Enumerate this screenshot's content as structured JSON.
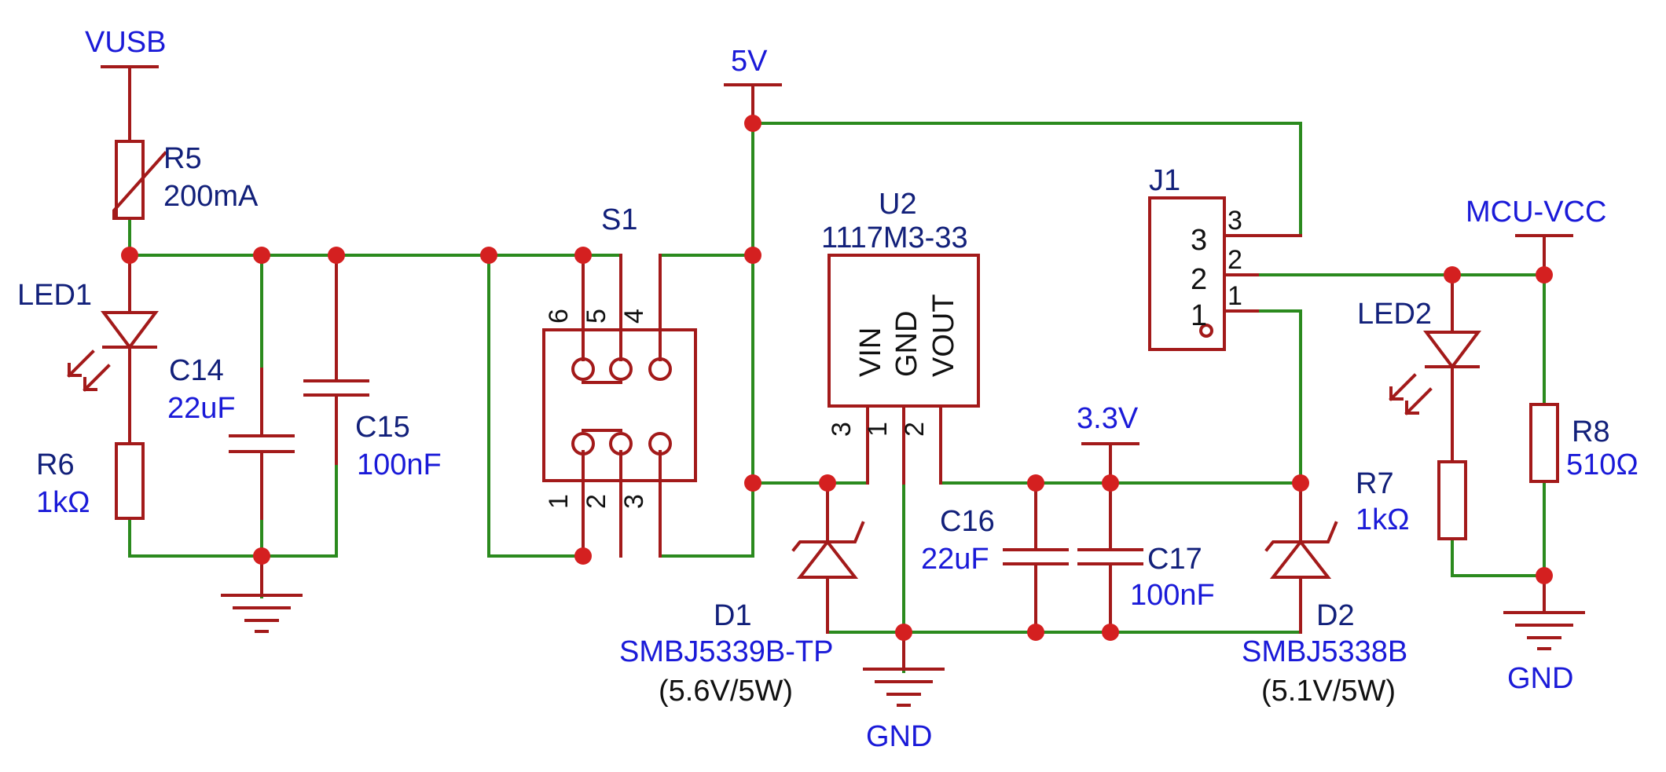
{
  "nets": {
    "vusb": "VUSB",
    "v5": "5V",
    "v33": "3.3V",
    "mcu_vcc": "MCU-VCC",
    "gnd_mid": "GND",
    "gnd_right": "GND"
  },
  "components": {
    "R5": {
      "ref": "R5",
      "value": "200mA"
    },
    "LED1": {
      "ref": "LED1"
    },
    "R6": {
      "ref": "R6",
      "value": "1kΩ"
    },
    "C14": {
      "ref": "C14",
      "value": "22uF"
    },
    "C15": {
      "ref": "C15",
      "value": "100nF"
    },
    "S1": {
      "ref": "S1",
      "pins_top": [
        "6",
        "5",
        "4"
      ],
      "pins_bottom": [
        "1",
        "2",
        "3"
      ]
    },
    "U2": {
      "ref": "U2",
      "value": "1117M3-33",
      "pin_names": [
        "VIN",
        "GND",
        "VOUT"
      ],
      "pin_numbers": [
        "3",
        "1",
        "2"
      ]
    },
    "J1": {
      "ref": "J1",
      "pin_names": [
        "3",
        "2",
        "1"
      ],
      "pin_numbers": [
        "3",
        "2",
        "1"
      ]
    },
    "C16": {
      "ref": "C16",
      "value": "22uF"
    },
    "C17": {
      "ref": "C17",
      "value": "100nF"
    },
    "D1": {
      "ref": "D1",
      "value": "SMBJ5339B-TP",
      "note": "(5.6V/5W)"
    },
    "D2": {
      "ref": "D2",
      "value": "SMBJ5338B",
      "note": "(5.1V/5W)"
    },
    "LED2": {
      "ref": "LED2"
    },
    "R7": {
      "ref": "R7",
      "value": "1kΩ"
    },
    "R8": {
      "ref": "R8",
      "value": "510Ω"
    }
  },
  "colors": {
    "wire": "#2b8a1e",
    "component": "#a31a1a",
    "junction": "#d42020",
    "net_label": "#1a1ad8",
    "designator": "#12207a"
  }
}
